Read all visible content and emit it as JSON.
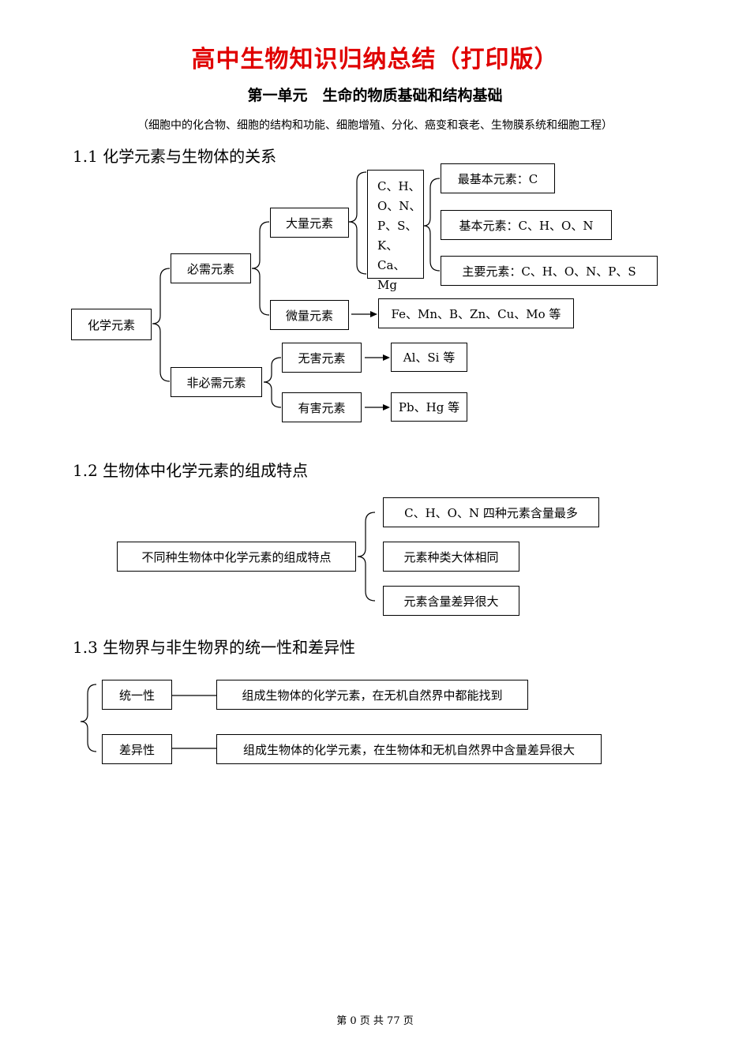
{
  "title": "高中生物知识归纳总结（打印版）",
  "unit": {
    "title": "第一单元　生命的物质基础和结构基础",
    "subtitle": "（细胞中的化合物、细胞的结构和功能、细胞增殖、分化、癌变和衰老、生物膜系统和细胞工程）"
  },
  "section1": {
    "heading": "1.1 化学元素与生物体的关系",
    "root": "化学元素",
    "essential": "必需元素",
    "nonessential": "非必需元素",
    "macro": "大量元素",
    "micro": "微量元素",
    "harmless": "无害元素",
    "harmful": "有害元素",
    "macro_list": [
      "C、H、",
      "O、N、",
      "P、S、",
      "K、Ca、",
      "Mg"
    ],
    "basic_most": "最基本元素：C",
    "basic": "基本元素：C、H、O、N",
    "main": "主要元素：C、H、O、N、P、S",
    "micro_list": "Fe、Mn、B、Zn、Cu、Mo 等",
    "harmless_list": "Al、Si 等",
    "harmful_list": "Pb、Hg 等"
  },
  "section2": {
    "heading": "1.2 生物体中化学元素的组成特点",
    "root": "不同种生物体中化学元素的组成特点",
    "items": [
      "C、H、O、N 四种元素含量最多",
      "元素种类大体相同",
      "元素含量差异很大"
    ]
  },
  "section3": {
    "heading": "1.3 生物界与非生物界的统一性和差异性",
    "unity": "统一性",
    "unity_desc": "组成生物体的化学元素，在无机自然界中都能找到",
    "diff": "差异性",
    "diff_desc": "组成生物体的化学元素，在生物体和无机自然界中含量差异很大"
  },
  "footer": "第 0 页 共 77 页"
}
